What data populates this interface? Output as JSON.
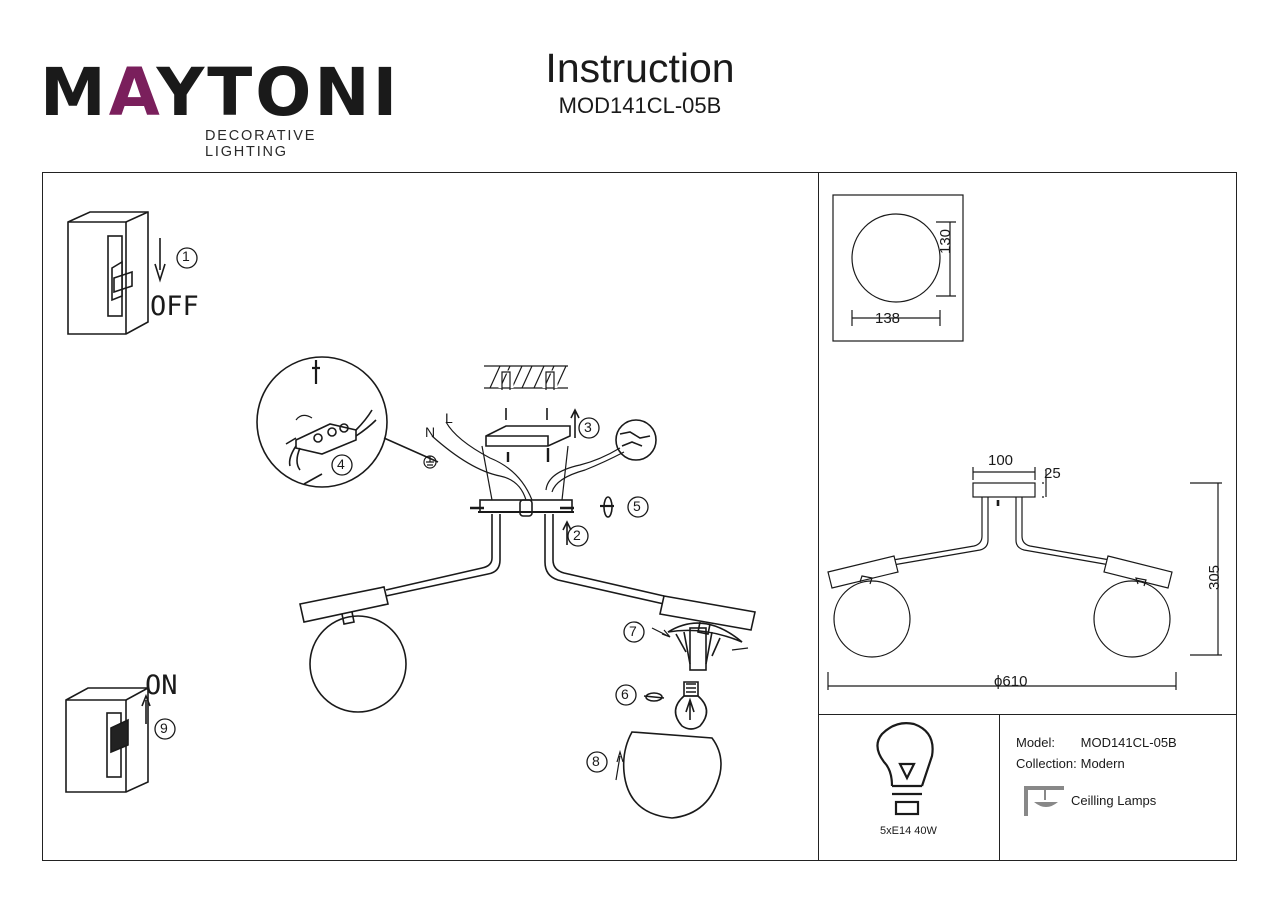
{
  "brand": {
    "logo_name": "MAYTONI",
    "tagline": "DECORATIVE LIGHTING",
    "accent_color": "#7a1f5c"
  },
  "header": {
    "title": "Instruction",
    "model": "MOD141CL-05B"
  },
  "steps": {
    "switch_off_label": "OFF",
    "switch_on_label": "ON",
    "numbers": [
      "1",
      "2",
      "3",
      "4",
      "5",
      "6",
      "7",
      "8",
      "9"
    ],
    "wire_labels": {
      "neutral": "N",
      "live": "L"
    }
  },
  "dimensions": {
    "shade_width": "138",
    "shade_height": "130",
    "canopy_width": "100",
    "canopy_height": "25",
    "total_height": "305",
    "total_diameter": "ϕ610"
  },
  "lamp": {
    "icon": "light-bulb-icon",
    "spec": "5xE14 40W"
  },
  "specs": {
    "model_label": "Model:",
    "model_value": "MOD141CL-05B",
    "collection_label": "Collection:",
    "collection_value": "Modern",
    "category_icon": "ceiling-lamp-icon",
    "category": "Ceilling Lamps"
  }
}
